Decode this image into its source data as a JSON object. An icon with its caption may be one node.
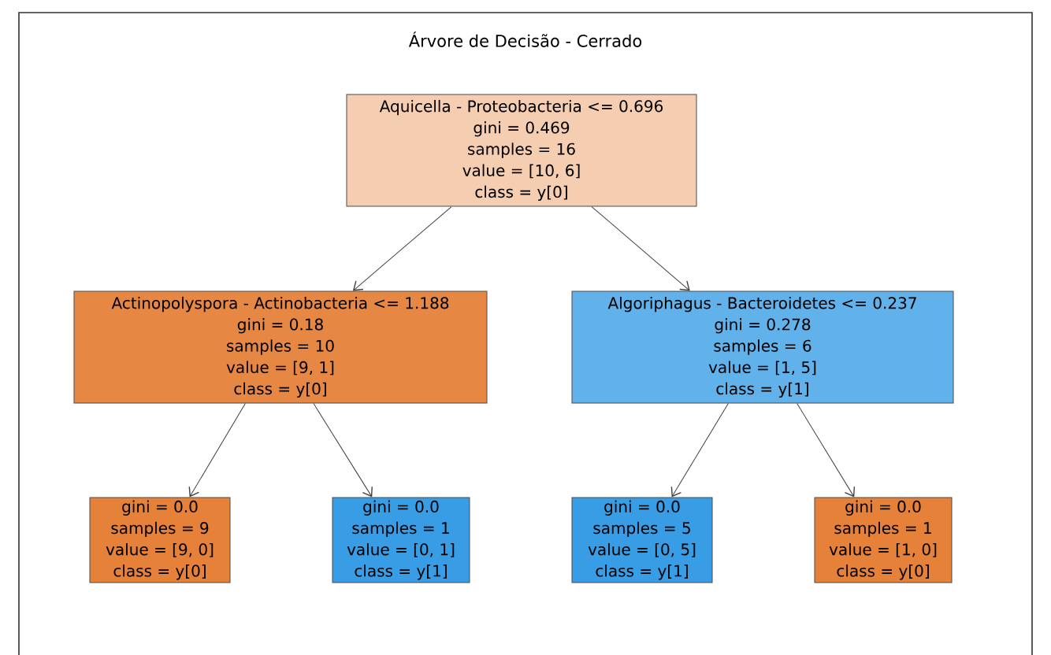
{
  "diagram": {
    "title": "Árvore de Decisão - Cerrado",
    "nodes": [
      {
        "text": [
          "Aquicella - Proteobacteria <= 0.696",
          "gini = 0.469",
          "samples = 16",
          "value = [10, 6]",
          "class = y[0]"
        ]
      },
      {
        "text": [
          "Actinopolyspora - Actinobacteria <= 1.188",
          "gini = 0.18",
          "samples = 10",
          "value = [9, 1]",
          "class = y[0]"
        ]
      },
      {
        "text": [
          "Algoriphagus - Bacteroidetes <= 0.237",
          "gini = 0.278",
          "samples = 6",
          "value = [1, 5]",
          "class = y[1]"
        ]
      },
      {
        "text": [
          "gini = 0.0",
          "samples = 9",
          "value = [9, 0]",
          "class = y[0]"
        ]
      },
      {
        "text": [
          "gini = 0.0",
          "samples = 1",
          "value = [0, 1]",
          "class = y[1]"
        ]
      },
      {
        "text": [
          "gini = 0.0",
          "samples = 5",
          "value = [0, 5]",
          "class = y[1]"
        ]
      },
      {
        "text": [
          "gini = 0.0",
          "samples = 1",
          "value = [1, 0]",
          "class = y[0]"
        ]
      }
    ],
    "edges": [
      {
        "from": 0,
        "to": 1,
        "arrow": "to"
      },
      {
        "from": 0,
        "to": 2,
        "arrow": "to"
      },
      {
        "from": 1,
        "to": 3,
        "arrow": "to"
      },
      {
        "from": 1,
        "to": 4,
        "arrow": "to"
      },
      {
        "from": 2,
        "to": 5,
        "arrow": "to"
      },
      {
        "from": 2,
        "to": 6,
        "arrow": "to"
      }
    ]
  }
}
